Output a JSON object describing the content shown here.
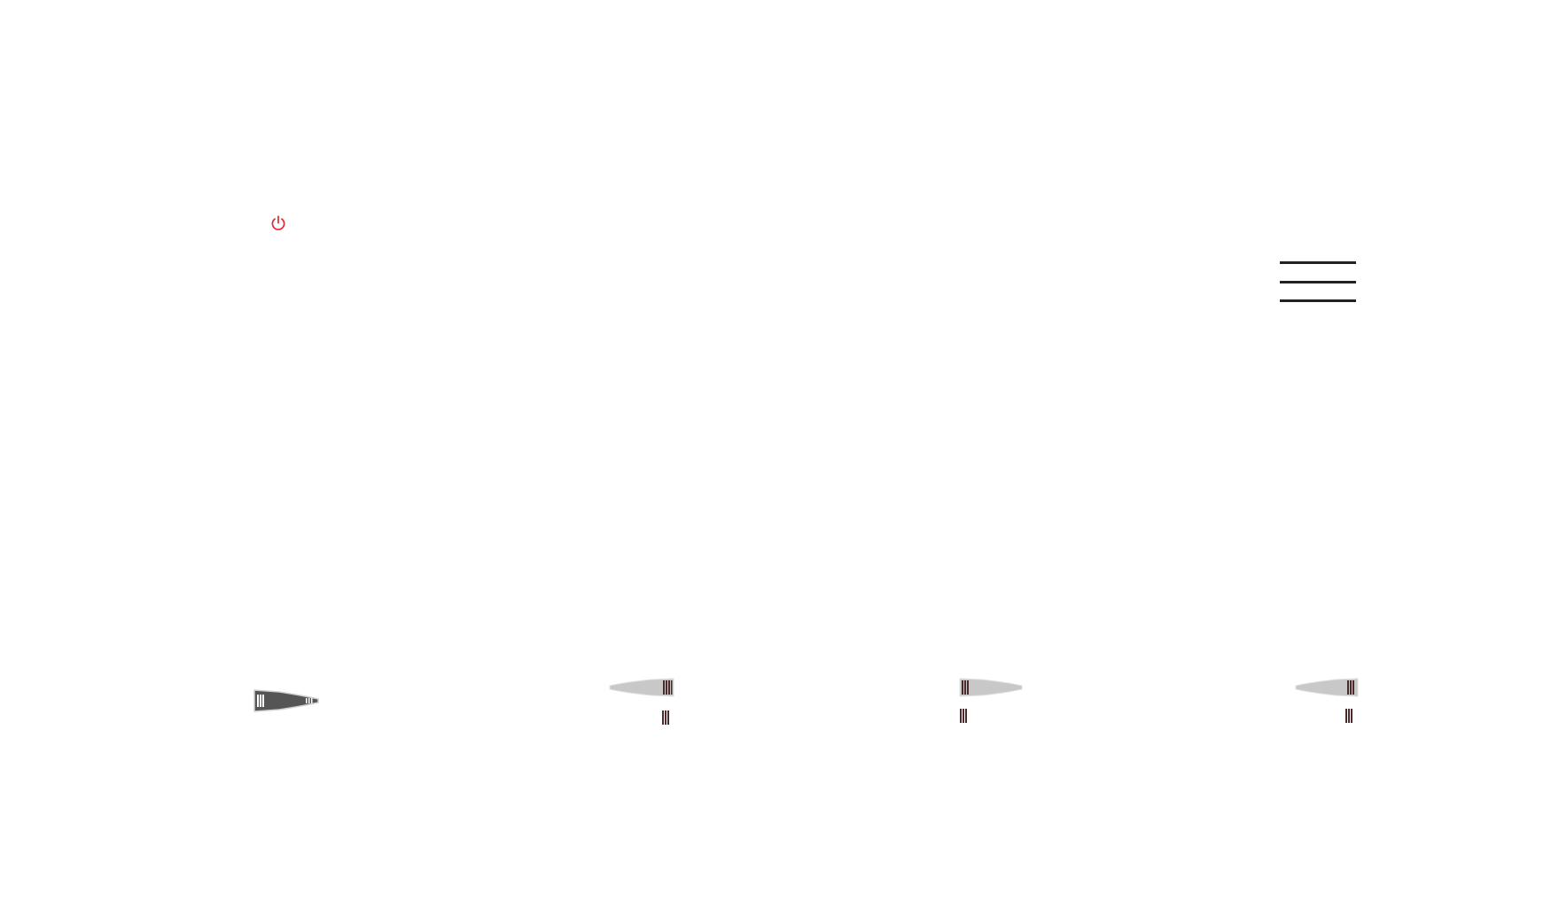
{
  "controls": {
    "power_icon": "power-icon",
    "power_color": "#e3262f",
    "menu_icon": "hamburger-menu-icon",
    "menu_color": "#222222"
  },
  "indicators": [
    {
      "name": "indicator-1",
      "variant": "dark",
      "fill_color": "#555555",
      "stripe_color": "#ffffff",
      "direction": "left"
    },
    {
      "name": "indicator-2",
      "variant": "light",
      "fill_color": "#c8c8c8",
      "stripe_color": "#4a2a2a",
      "direction": "right"
    },
    {
      "name": "indicator-3",
      "variant": "light",
      "fill_color": "#c8c8c8",
      "stripe_color": "#4a2a2a",
      "direction": "left"
    },
    {
      "name": "indicator-4",
      "variant": "light",
      "fill_color": "#c8c8c8",
      "stripe_color": "#4a2a2a",
      "direction": "right"
    }
  ]
}
